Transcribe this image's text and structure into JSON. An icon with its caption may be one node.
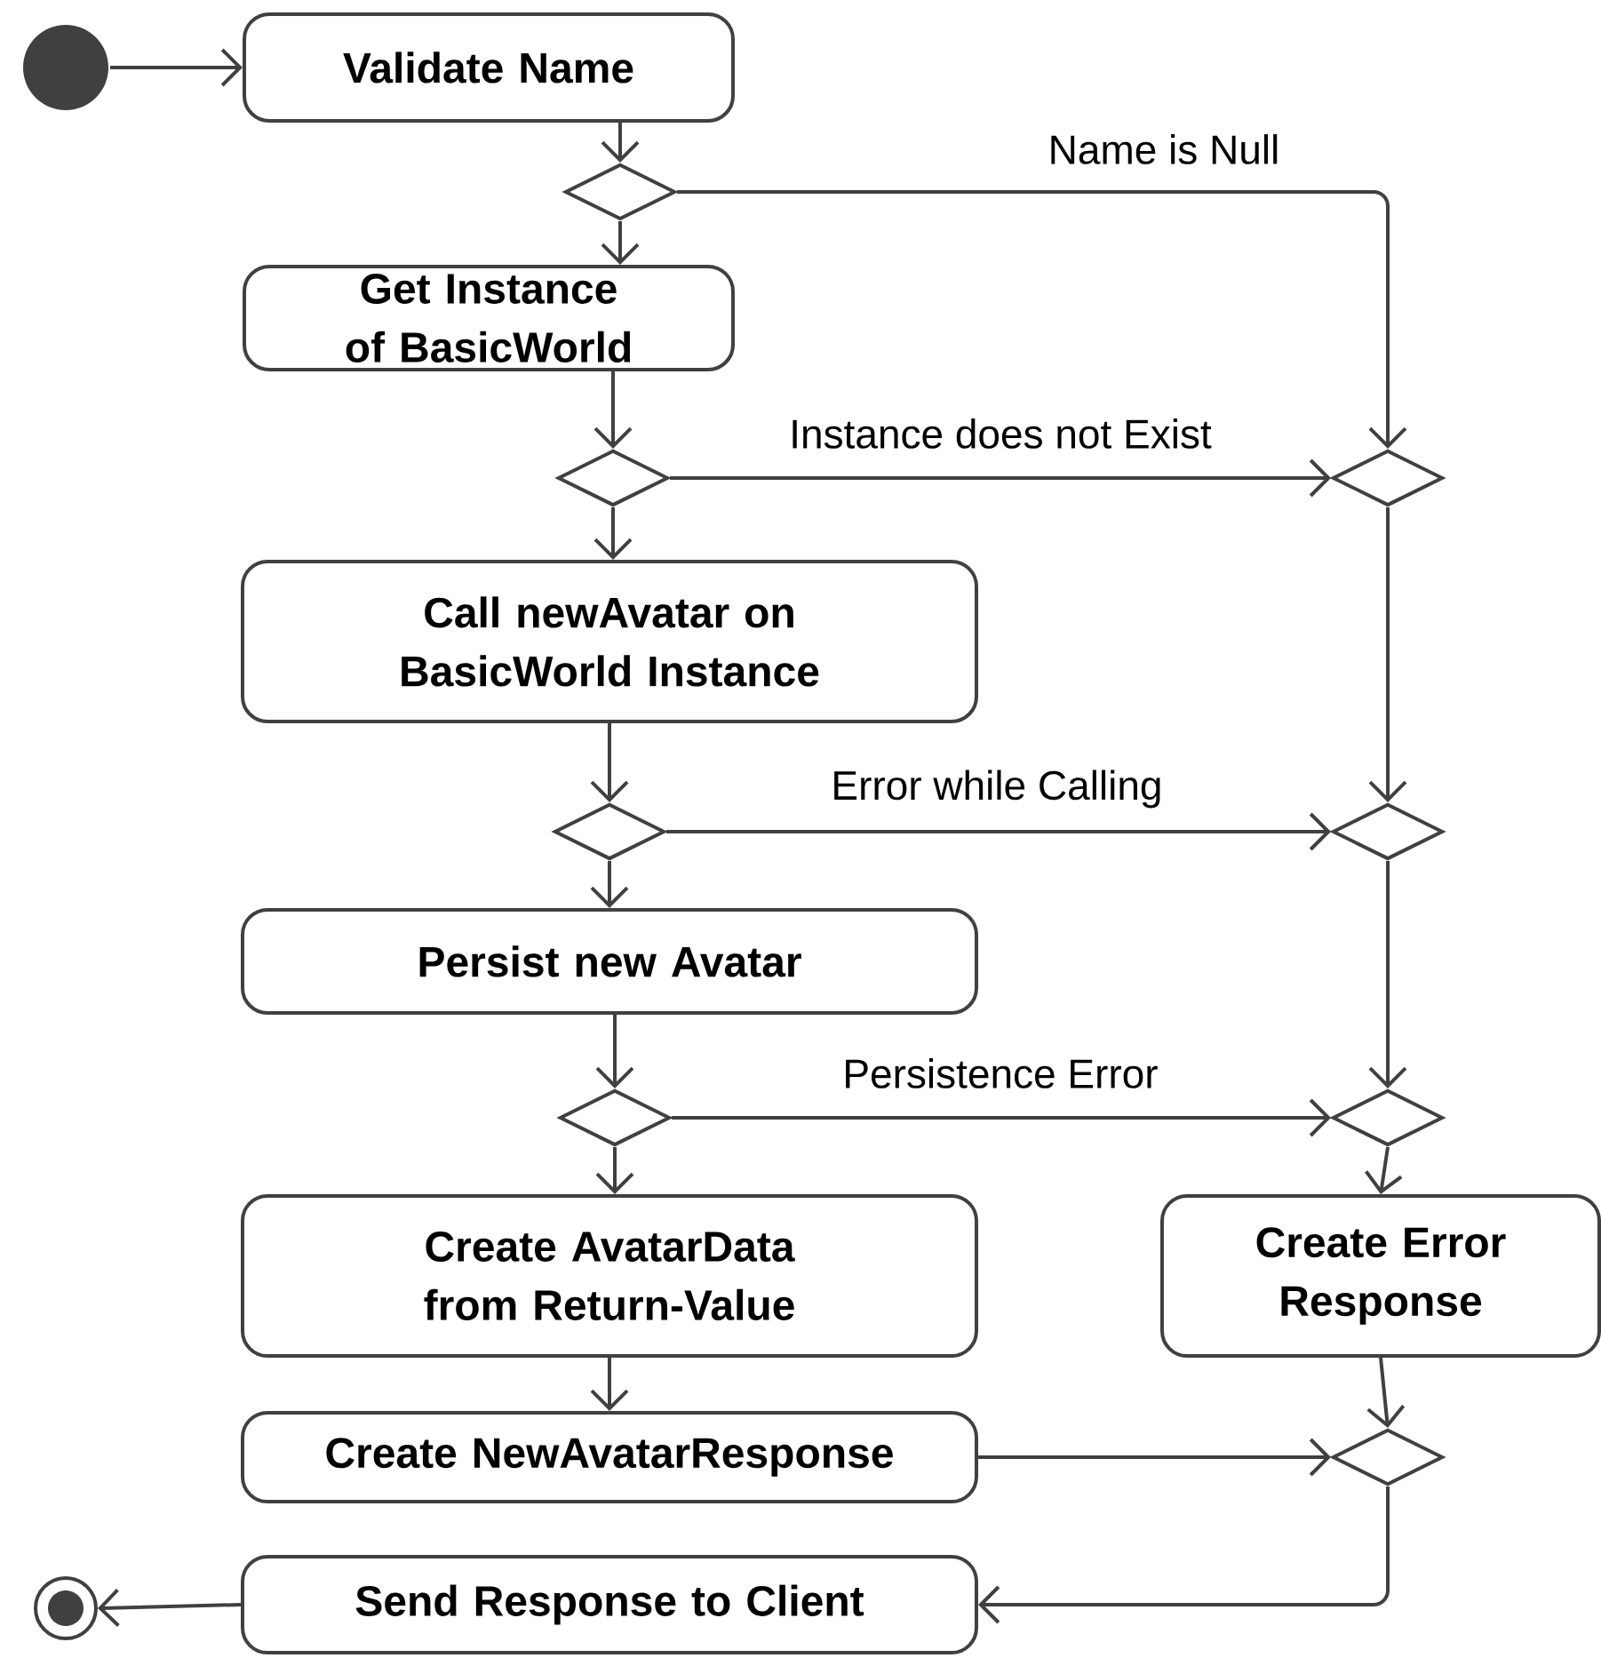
{
  "diagram": {
    "nodes": [
      {
        "text": [],
        "shape": "circle"
      },
      {
        "text": [
          "Validate Name"
        ]
      },
      {
        "text": [],
        "shape": "diamond"
      },
      {
        "text": [
          "Get Instance of BasicWorld"
        ]
      },
      {
        "text": [],
        "shape": "diamond"
      },
      {
        "text": [],
        "shape": "diamond"
      },
      {
        "text": [
          "Call newAvatar on BasicWorld Instance"
        ]
      },
      {
        "text": [],
        "shape": "diamond"
      },
      {
        "text": [],
        "shape": "diamond"
      },
      {
        "text": [
          "Persist new Avatar"
        ]
      },
      {
        "text": [],
        "shape": "diamond"
      },
      {
        "text": [],
        "shape": "diamond"
      },
      {
        "text": [
          "Create AvatarData from Return-Value"
        ]
      },
      {
        "text": [
          "Create Error Response"
        ]
      },
      {
        "text": [
          "Create NewAvatarResponse"
        ]
      },
      {
        "text": [],
        "shape": "diamond"
      },
      {
        "text": [
          "Send Response to Client"
        ]
      },
      {
        "text": [],
        "shape": "circle"
      }
    ],
    "edges": [
      {
        "from": 0,
        "to": 1,
        "arrow": "to"
      },
      {
        "from": 1,
        "to": 2,
        "arrow": "to"
      },
      {
        "from": 2,
        "to": 3,
        "arrow": "to"
      },
      {
        "from": 2,
        "to": 5,
        "arrow": "to",
        "label": "Name is Null"
      },
      {
        "from": 3,
        "to": 4,
        "arrow": "to"
      },
      {
        "from": 4,
        "to": 5,
        "arrow": "to",
        "label": "Instance does not Exist"
      },
      {
        "from": 4,
        "to": 6,
        "arrow": "to"
      },
      {
        "from": 5,
        "to": 8,
        "arrow": "to"
      },
      {
        "from": 6,
        "to": 7,
        "arrow": "to"
      },
      {
        "from": 7,
        "to": 8,
        "arrow": "to",
        "label": "Error while Calling"
      },
      {
        "from": 7,
        "to": 9,
        "arrow": "to"
      },
      {
        "from": 8,
        "to": 11,
        "arrow": "to"
      },
      {
        "from": 9,
        "to": 10,
        "arrow": "to"
      },
      {
        "from": 10,
        "to": 11,
        "arrow": "to",
        "label": "Persistence Error"
      },
      {
        "from": 10,
        "to": 12,
        "arrow": "to"
      },
      {
        "from": 11,
        "to": 13,
        "arrow": "to"
      },
      {
        "from": 12,
        "to": 14,
        "arrow": "to"
      },
      {
        "from": 13,
        "to": 15,
        "arrow": "to"
      },
      {
        "from": 14,
        "to": 15,
        "arrow": "to"
      },
      {
        "from": 15,
        "to": 16,
        "arrow": "to"
      },
      {
        "from": 16,
        "to": 17,
        "arrow": "to"
      }
    ]
  }
}
